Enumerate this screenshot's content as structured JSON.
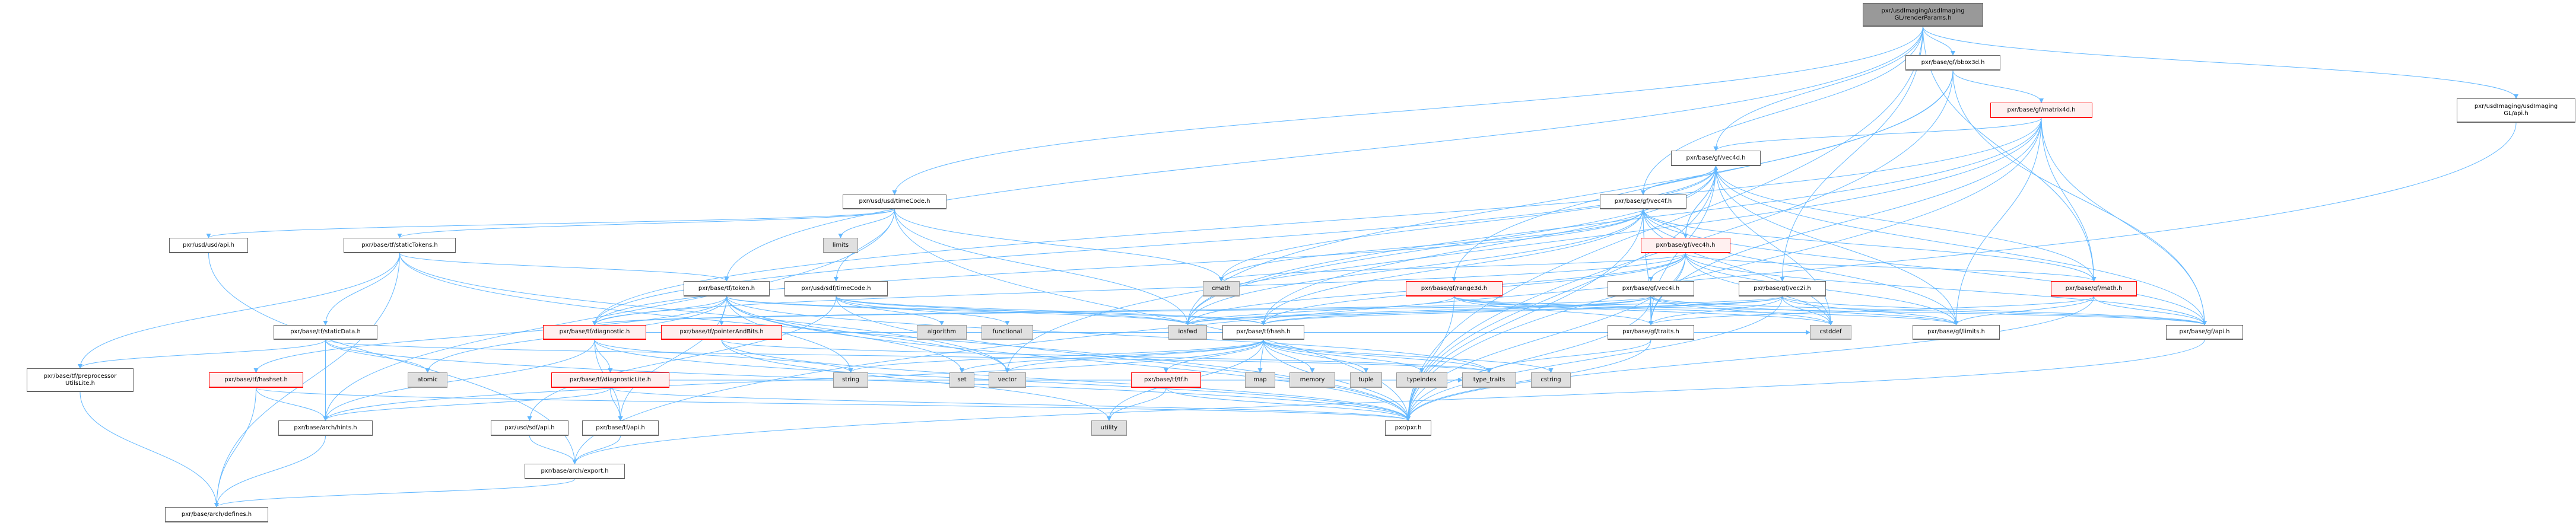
{
  "graph": {
    "nodes": [
      {
        "id": "renderParams",
        "label": "pxr/usdImaging/usdImaging\nGL/renderParams.h",
        "kind": "main"
      },
      {
        "id": "bbox3d",
        "label": "pxr/base/gf/bbox3d.h",
        "kind": "doc"
      },
      {
        "id": "matrix4d",
        "label": "pxr/base/gf/matrix4d.h",
        "kind": "red"
      },
      {
        "id": "glapi",
        "label": "pxr/usdImaging/usdImaging\nGL/api.h",
        "kind": "doc"
      },
      {
        "id": "vec4d",
        "label": "pxr/base/gf/vec4d.h",
        "kind": "doc"
      },
      {
        "id": "vec4f",
        "label": "pxr/base/gf/vec4f.h",
        "kind": "doc"
      },
      {
        "id": "vec4h",
        "label": "pxr/base/gf/vec4h.h",
        "kind": "red"
      },
      {
        "id": "usdTimeCode",
        "label": "pxr/usd/usd/timeCode.h",
        "kind": "doc"
      },
      {
        "id": "usdApi",
        "label": "pxr/usd/usd/api.h",
        "kind": "doc"
      },
      {
        "id": "staticTokens",
        "label": "pxr/base/tf/staticTokens.h",
        "kind": "doc"
      },
      {
        "id": "limits",
        "label": "limits",
        "kind": "sys"
      },
      {
        "id": "token",
        "label": "pxr/base/tf/token.h",
        "kind": "doc"
      },
      {
        "id": "sdfTimeCode",
        "label": "pxr/usd/sdf/timeCode.h",
        "kind": "doc"
      },
      {
        "id": "cmath",
        "label": "cmath",
        "kind": "sys"
      },
      {
        "id": "range3d",
        "label": "pxr/base/gf/range3d.h",
        "kind": "red"
      },
      {
        "id": "vec4i",
        "label": "pxr/base/gf/vec4i.h",
        "kind": "doc"
      },
      {
        "id": "vec2i",
        "label": "pxr/base/gf/vec2i.h",
        "kind": "doc"
      },
      {
        "id": "math",
        "label": "pxr/base/gf/math.h",
        "kind": "red"
      },
      {
        "id": "staticData",
        "label": "pxr/base/tf/staticData.h",
        "kind": "doc"
      },
      {
        "id": "diagnostic",
        "label": "pxr/base/tf/diagnostic.h",
        "kind": "red"
      },
      {
        "id": "pointerAndBits",
        "label": "pxr/base/tf/pointerAndBits.h",
        "kind": "red"
      },
      {
        "id": "algorithm",
        "label": "algorithm",
        "kind": "sys"
      },
      {
        "id": "functional",
        "label": "functional",
        "kind": "sys"
      },
      {
        "id": "iosfwd",
        "label": "iosfwd",
        "kind": "sys"
      },
      {
        "id": "hash",
        "label": "pxr/base/tf/hash.h",
        "kind": "doc"
      },
      {
        "id": "traits",
        "label": "pxr/base/gf/traits.h",
        "kind": "doc"
      },
      {
        "id": "cstddef",
        "label": "cstddef",
        "kind": "sys"
      },
      {
        "id": "gfLimits",
        "label": "pxr/base/gf/limits.h",
        "kind": "doc"
      },
      {
        "id": "gfApi",
        "label": "pxr/base/gf/api.h",
        "kind": "doc"
      },
      {
        "id": "preproc",
        "label": "pxr/base/tf/preprocessor\nUtilsLite.h",
        "kind": "doc"
      },
      {
        "id": "hashset",
        "label": "pxr/base/tf/hashset.h",
        "kind": "red"
      },
      {
        "id": "atomic",
        "label": "atomic",
        "kind": "sys"
      },
      {
        "id": "diagnosticLite",
        "label": "pxr/base/tf/diagnosticLite.h",
        "kind": "red"
      },
      {
        "id": "string",
        "label": "string",
        "kind": "sys"
      },
      {
        "id": "set",
        "label": "set",
        "kind": "sys"
      },
      {
        "id": "vector",
        "label": "vector",
        "kind": "sys"
      },
      {
        "id": "tf",
        "label": "pxr/base/tf/tf.h",
        "kind": "red"
      },
      {
        "id": "map",
        "label": "map",
        "kind": "sys"
      },
      {
        "id": "memory",
        "label": "memory",
        "kind": "sys"
      },
      {
        "id": "tuple",
        "label": "tuple",
        "kind": "sys"
      },
      {
        "id": "typeindex",
        "label": "typeindex",
        "kind": "sys"
      },
      {
        "id": "typeTraits",
        "label": "type_traits",
        "kind": "sys"
      },
      {
        "id": "cstring",
        "label": "cstring",
        "kind": "sys"
      },
      {
        "id": "archHints",
        "label": "pxr/base/arch/hints.h",
        "kind": "doc"
      },
      {
        "id": "sdfApi",
        "label": "pxr/usd/sdf/api.h",
        "kind": "doc"
      },
      {
        "id": "tfApi",
        "label": "pxr/base/tf/api.h",
        "kind": "doc"
      },
      {
        "id": "utility",
        "label": "utility",
        "kind": "sys"
      },
      {
        "id": "pxr",
        "label": "pxr/pxr.h",
        "kind": "doc"
      },
      {
        "id": "archExport",
        "label": "pxr/base/arch/export.h",
        "kind": "doc"
      },
      {
        "id": "archDefines",
        "label": "pxr/base/arch/defines.h",
        "kind": "doc"
      }
    ],
    "edges": [
      [
        "renderParams",
        "bbox3d"
      ],
      [
        "renderParams",
        "glapi"
      ],
      [
        "renderParams",
        "vec4d"
      ],
      [
        "renderParams",
        "vec4f"
      ],
      [
        "renderParams",
        "usdTimeCode"
      ],
      [
        "renderParams",
        "token"
      ],
      [
        "renderParams",
        "pxr"
      ],
      [
        "renderParams",
        "vec2i"
      ],
      [
        "renderParams",
        "math"
      ],
      [
        "bbox3d",
        "matrix4d"
      ],
      [
        "bbox3d",
        "range3d"
      ],
      [
        "bbox3d",
        "gfApi"
      ],
      [
        "bbox3d",
        "pxr"
      ],
      [
        "bbox3d",
        "iosfwd"
      ],
      [
        "matrix4d",
        "vec4d"
      ],
      [
        "matrix4d",
        "gfApi"
      ],
      [
        "matrix4d",
        "math"
      ],
      [
        "matrix4d",
        "gfLimits"
      ],
      [
        "matrix4d",
        "diagnostic"
      ],
      [
        "matrix4d",
        "iosfwd"
      ],
      [
        "matrix4d",
        "pxr"
      ],
      [
        "matrix4d",
        "traits"
      ],
      [
        "matrix4d",
        "vector"
      ],
      [
        "vec4d",
        "vec4f"
      ],
      [
        "vec4d",
        "vec4h"
      ],
      [
        "vec4d",
        "gfApi"
      ],
      [
        "vec4d",
        "gfLimits"
      ],
      [
        "vec4d",
        "math"
      ],
      [
        "vec4d",
        "traits"
      ],
      [
        "vec4d",
        "cstddef"
      ],
      [
        "vec4d",
        "cmath"
      ],
      [
        "vec4d",
        "iosfwd"
      ],
      [
        "vec4d",
        "hash"
      ],
      [
        "vec4d",
        "pxr"
      ],
      [
        "vec4d",
        "diagnostic"
      ],
      [
        "vec4f",
        "vec4d"
      ],
      [
        "vec4f",
        "vec4h"
      ],
      [
        "vec4f",
        "gfApi"
      ],
      [
        "vec4f",
        "gfLimits"
      ],
      [
        "vec4f",
        "math"
      ],
      [
        "vec4f",
        "traits"
      ],
      [
        "vec4f",
        "cstddef"
      ],
      [
        "vec4f",
        "cmath"
      ],
      [
        "vec4f",
        "iosfwd"
      ],
      [
        "vec4f",
        "hash"
      ],
      [
        "vec4f",
        "pxr"
      ],
      [
        "vec4f",
        "diagnostic"
      ],
      [
        "vec4h",
        "vec4d"
      ],
      [
        "vec4h",
        "vec4f"
      ],
      [
        "vec4h",
        "vec4i"
      ],
      [
        "vec4h",
        "gfApi"
      ],
      [
        "vec4h",
        "gfLimits"
      ],
      [
        "vec4h",
        "math"
      ],
      [
        "vec4h",
        "traits"
      ],
      [
        "vec4h",
        "cstddef"
      ],
      [
        "vec4h",
        "cmath"
      ],
      [
        "vec4h",
        "iosfwd"
      ],
      [
        "vec4h",
        "hash"
      ],
      [
        "vec4h",
        "diagnostic"
      ],
      [
        "vec4h",
        "pxr"
      ],
      [
        "vec4i",
        "gfApi"
      ],
      [
        "vec4i",
        "gfLimits"
      ],
      [
        "vec4i",
        "traits"
      ],
      [
        "vec4i",
        "cstddef"
      ],
      [
        "vec4i",
        "hash"
      ],
      [
        "vec4i",
        "iosfwd"
      ],
      [
        "vec4i",
        "diagnostic"
      ],
      [
        "vec4i",
        "pxr"
      ],
      [
        "vec2i",
        "gfApi"
      ],
      [
        "vec2i",
        "gfLimits"
      ],
      [
        "vec2i",
        "traits"
      ],
      [
        "vec2i",
        "cstddef"
      ],
      [
        "vec2i",
        "hash"
      ],
      [
        "vec2i",
        "iosfwd"
      ],
      [
        "vec2i",
        "diagnostic"
      ],
      [
        "vec2i",
        "pxr"
      ],
      [
        "math",
        "gfApi"
      ],
      [
        "math",
        "gfLimits"
      ],
      [
        "math",
        "traits"
      ],
      [
        "math",
        "pxr"
      ],
      [
        "gfApi",
        "archExport"
      ],
      [
        "traits",
        "typeTraits"
      ],
      [
        "traits",
        "pxr"
      ],
      [
        "range3d",
        "gfApi"
      ],
      [
        "range3d",
        "traits"
      ],
      [
        "range3d",
        "gfLimits"
      ],
      [
        "range3d",
        "cstddef"
      ],
      [
        "range3d",
        "iosfwd"
      ],
      [
        "range3d",
        "pxr"
      ],
      [
        "usdTimeCode",
        "usdApi"
      ],
      [
        "usdTimeCode",
        "staticTokens"
      ],
      [
        "usdTimeCode",
        "limits"
      ],
      [
        "usdTimeCode",
        "sdfTimeCode"
      ],
      [
        "usdTimeCode",
        "iosfwd"
      ],
      [
        "usdTimeCode",
        "cmath"
      ],
      [
        "usdTimeCode",
        "pxr"
      ],
      [
        "usdTimeCode",
        "archHints"
      ],
      [
        "usdApi",
        "archExport"
      ],
      [
        "staticTokens",
        "staticData"
      ],
      [
        "staticTokens",
        "token"
      ],
      [
        "staticTokens",
        "preproc"
      ],
      [
        "staticTokens",
        "archDefines"
      ],
      [
        "staticTokens",
        "vector"
      ],
      [
        "staticTokens",
        "pxr"
      ],
      [
        "staticData",
        "preproc"
      ],
      [
        "staticData",
        "archHints"
      ],
      [
        "staticData",
        "atomic"
      ],
      [
        "staticData",
        "pxr"
      ],
      [
        "staticData",
        "typeTraits"
      ],
      [
        "token",
        "diagnostic"
      ],
      [
        "token",
        "pointerAndBits"
      ],
      [
        "token",
        "hashset"
      ],
      [
        "token",
        "hash"
      ],
      [
        "token",
        "string"
      ],
      [
        "token",
        "set"
      ],
      [
        "token",
        "vector"
      ],
      [
        "token",
        "iosfwd"
      ],
      [
        "token",
        "atomic"
      ],
      [
        "token",
        "tfApi"
      ],
      [
        "token",
        "pxr"
      ],
      [
        "token",
        "typeTraits"
      ],
      [
        "sdfTimeCode",
        "sdfApi"
      ],
      [
        "sdfTimeCode",
        "hash"
      ],
      [
        "sdfTimeCode",
        "algorithm"
      ],
      [
        "sdfTimeCode",
        "functional"
      ],
      [
        "sdfTimeCode",
        "iosfwd"
      ],
      [
        "sdfTimeCode",
        "pxr"
      ],
      [
        "sdfApi",
        "archExport"
      ],
      [
        "diagnostic",
        "diagnosticLite"
      ],
      [
        "diagnostic",
        "tfApi"
      ],
      [
        "diagnostic",
        "archHints"
      ],
      [
        "diagnostic",
        "string"
      ],
      [
        "diagnostic",
        "pxr"
      ],
      [
        "diagnostic",
        "cstddef"
      ],
      [
        "diagnosticLite",
        "tfApi"
      ],
      [
        "diagnosticLite",
        "archHints"
      ],
      [
        "diagnosticLite",
        "pxr"
      ],
      [
        "diagnosticLite",
        "typeTraits"
      ],
      [
        "pointerAndBits",
        "typeTraits"
      ],
      [
        "pointerAndBits",
        "utility"
      ],
      [
        "pointerAndBits",
        "pxr"
      ],
      [
        "hashset",
        "archHints"
      ],
      [
        "hashset",
        "archDefines"
      ],
      [
        "hashset",
        "pxr"
      ],
      [
        "hash",
        "tf"
      ],
      [
        "hash",
        "map"
      ],
      [
        "hash",
        "memory"
      ],
      [
        "hash",
        "tuple"
      ],
      [
        "hash",
        "typeindex"
      ],
      [
        "hash",
        "typeTraits"
      ],
      [
        "hash",
        "cstring"
      ],
      [
        "hash",
        "set"
      ],
      [
        "hash",
        "vector"
      ],
      [
        "hash",
        "string"
      ],
      [
        "hash",
        "utility"
      ],
      [
        "hash",
        "pxr"
      ],
      [
        "hash",
        "archHints"
      ],
      [
        "tf",
        "utility"
      ],
      [
        "tf",
        "pxr"
      ],
      [
        "tfApi",
        "archExport"
      ],
      [
        "archHints",
        "archDefines"
      ],
      [
        "archExport",
        "archDefines"
      ],
      [
        "preproc",
        "archDefines"
      ],
      [
        "glapi",
        "archExport"
      ]
    ],
    "colors": {
      "edge": "#63b8ff",
      "red_border": "#ff0000",
      "main_fill": "#999999"
    }
  }
}
